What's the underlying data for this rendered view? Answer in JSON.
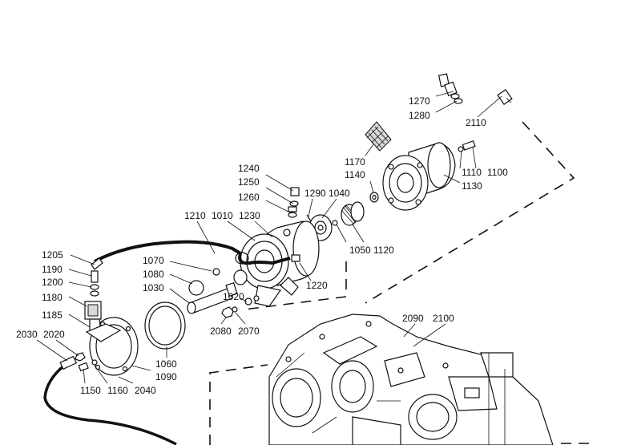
{
  "labels": {
    "l2110": "2110",
    "l1270": "1270",
    "l1280": "1280",
    "l1170": "1170",
    "l1140": "1140",
    "l1110": "1110",
    "l1100": "1100",
    "l1130": "1130",
    "l1240": "1240",
    "l1250": "1250",
    "l1260": "1260",
    "l1290": "1290",
    "l1040": "1040",
    "l1050": "1050",
    "l1120": "1120",
    "l1210": "1210",
    "l1010": "1010",
    "l1230": "1230",
    "l1220": "1220",
    "l1205": "1205",
    "l1190": "1190",
    "l1200": "1200",
    "l1180": "1180",
    "l1185": "1185",
    "l1070": "1070",
    "l1080": "1080",
    "l1030": "1030",
    "l1020": "1020",
    "l2080": "2080",
    "l2070": "2070",
    "l1060": "1060",
    "l1090": "1090",
    "l2030": "2030",
    "l2020": "2020",
    "l1150": "1150",
    "l1160": "1160",
    "l2040": "2040",
    "l2090": "2090",
    "l2100": "2100"
  }
}
